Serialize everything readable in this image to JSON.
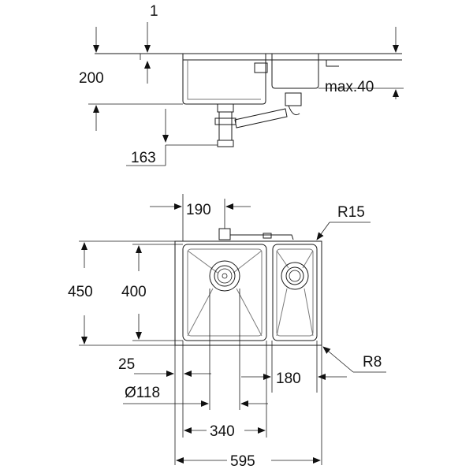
{
  "labels": {
    "dim_1": "1",
    "dim_200": "200",
    "dim_max40": "max.40",
    "dim_163": "163",
    "dim_190": "190",
    "dim_r15": "R15",
    "dim_450": "450",
    "dim_400": "400",
    "dim_25": "25",
    "dim_180": "180",
    "dim_r8": "R8",
    "dim_d118": "Ø118",
    "dim_340": "340",
    "dim_595": "595"
  }
}
